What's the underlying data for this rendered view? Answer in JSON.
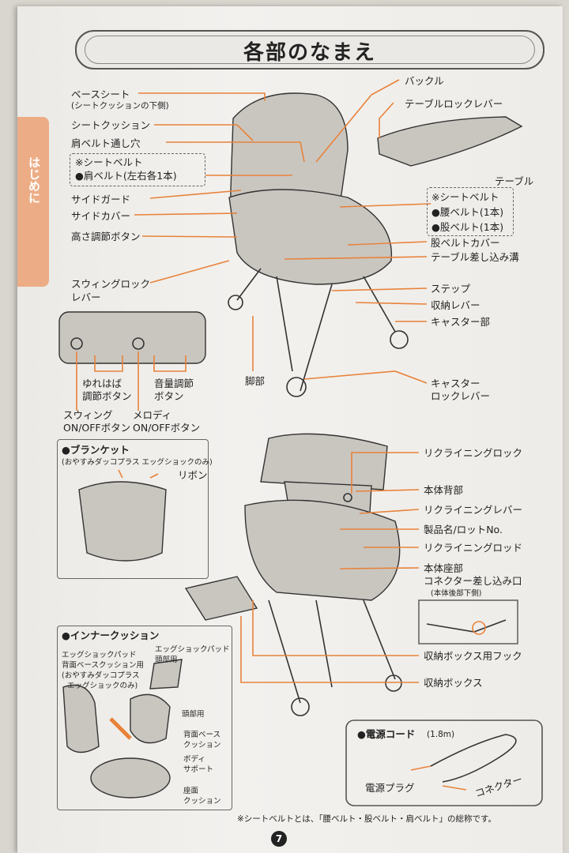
{
  "page": {
    "title": "各部のなまえ",
    "side_tab": "はじめに",
    "page_number": "7",
    "footnote": "※シートベルトとは、「腰ベルト・股ベルト・肩ベルト」の総称です。"
  },
  "main_labels": {
    "base_seat": "ベースシート",
    "base_seat_note": "(シートクッションの下側)",
    "seat_cushion": "シートクッション",
    "shoulder_hole": "肩ベルト通し穴",
    "seatbelt_head": "※シートベルト",
    "shoulder_belt": "●肩ベルト(左右各1本)",
    "side_guard": "サイドガード",
    "side_cover": "サイドカバー",
    "height_button": "高さ調節ボタン",
    "swing_lock": "スウィングロック",
    "swing_lock_2": "レバー",
    "buckle": "バックル",
    "table_lock": "テーブルロックレバー",
    "table": "テーブル",
    "seatbelt_head_2": "※シートベルト",
    "waist_belt": "●腰ベルト(1本)",
    "crotch_belt": "●股ベルト(1本)",
    "crotch_cover": "股ベルトカバー",
    "table_slot": "テーブル差し込み溝",
    "step": "ステップ",
    "storage_lever": "収納レバー",
    "caster": "キャスター部",
    "legs": "脚部",
    "caster_lock": "キャスター",
    "caster_lock_2": "ロックレバー"
  },
  "control_panel": {
    "swing_adjust": "ゆれはば",
    "swing_adjust_2": "調節ボタン",
    "volume_adjust": "音量調節",
    "volume_adjust_2": "ボタン",
    "swing_onoff": "スウィング",
    "swing_onoff_2": "ON/OFFボタン",
    "melody_onoff": "メロディ",
    "melody_onoff_2": "ON/OFFボタン"
  },
  "blanket": {
    "title": "●ブランケット",
    "note": "(おやすみダッコプラス エッグショックのみ)",
    "ribbon": "リボン"
  },
  "back_labels": {
    "recline_lock": "リクライニングロック",
    "back_body": "本体背部",
    "recline_lever": "リクライニングレバー",
    "product_name": "製品名/ロットNo.",
    "recline_rod": "リクライニングロッド",
    "seat_body": "本体座部",
    "connector_slot": "コネクター差し込み口",
    "connector_note": "(本体後部下側)",
    "box_hook": "収納ボックス用フック",
    "storage_box": "収納ボックス"
  },
  "inner_cushion": {
    "title": "●インナークッション",
    "egg_back": "エッグショックパッド",
    "egg_back_2": "背面ベースクッション用",
    "egg_back_3": "(おやすみダッコプラス",
    "egg_back_4": "エッグショックのみ)",
    "egg_head": "エッグショックパッド",
    "egg_head_2": "頭部用",
    "head": "頭部用",
    "back_base": "背面ベース",
    "back_base_2": "クッション",
    "body_support": "ボディ",
    "body_support_2": "サポート",
    "seat_cushion": "座面",
    "seat_cushion_2": "クッション"
  },
  "power_cord": {
    "title": "●電源コード",
    "length": "(1.8m)",
    "plug": "電源プラグ",
    "connector": "コネクター"
  },
  "colors": {
    "accent": "#e8823a",
    "tab": "#ecad86"
  }
}
